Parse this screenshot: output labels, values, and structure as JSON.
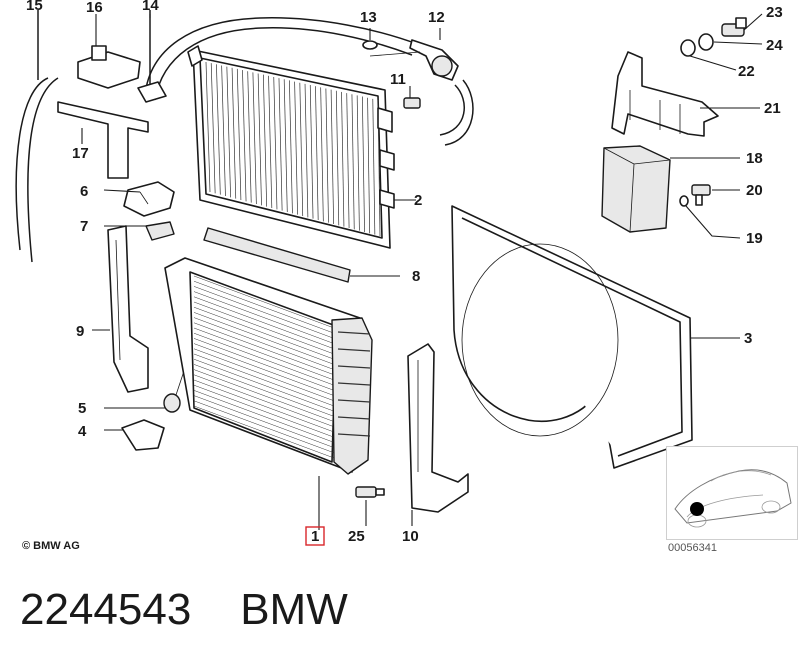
{
  "callouts": [
    "1",
    "2",
    "3",
    "4",
    "5",
    "6",
    "7",
    "8",
    "9",
    "10",
    "11",
    "12",
    "13",
    "14",
    "15",
    "16",
    "17",
    "18",
    "19",
    "20",
    "21",
    "22",
    "23",
    "24",
    "25"
  ],
  "copyright": "© BMW AG",
  "diagram_ref": "00056341",
  "caption": "2244543    BMW",
  "highlight_color": "#d9262b"
}
